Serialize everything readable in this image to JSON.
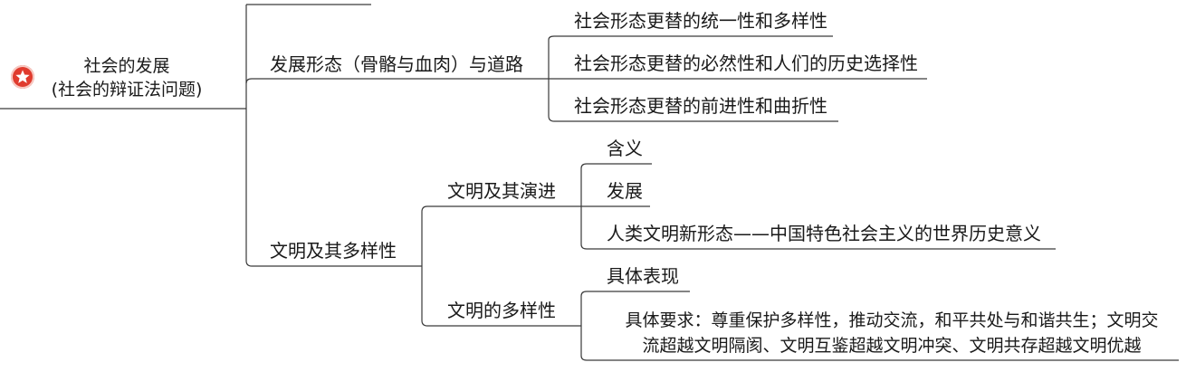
{
  "root": {
    "line1": "社会的发展",
    "line2": "(社会的辩证法问题)",
    "icon": "star-badge-icon",
    "icon_color": "#e03b2e"
  },
  "branches": {
    "form": {
      "label": "发展形态（骨骼与血肉）与道路",
      "children": [
        "社会形态更替的统一性和多样性",
        "社会形态更替的必然性和人们的历史选择性",
        "社会形态更替的前进性和曲折性"
      ]
    },
    "civ": {
      "label": "文明及其多样性",
      "evolution": {
        "label": "文明及其演进",
        "children": [
          "含义",
          "发展",
          "人类文明新形态——中国特色社会主义的世界历史意义"
        ]
      },
      "diversity": {
        "label": "文明的多样性",
        "children": [
          "具体表现"
        ],
        "requirement_line1": "具体要求：尊重保护多样性，推动交流，和平共处与和谐共生；文明交",
        "requirement_line2": "流超越文明隔阂、文明互鉴超越文明冲突、文明共存超越文明优越"
      }
    }
  },
  "line_color": "#3a3a3a"
}
